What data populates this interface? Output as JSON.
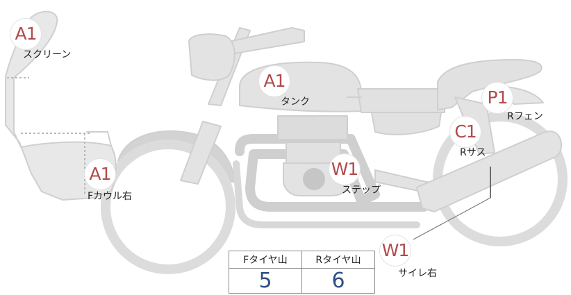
{
  "parts": [
    {
      "code": "A1",
      "label": "スクリーン"
    },
    {
      "code": "A1",
      "label": "タンク"
    },
    {
      "code": "A1",
      "label": "Fカウル右"
    },
    {
      "code": "W1",
      "label": "ステップ"
    },
    {
      "code": "P1",
      "label": "Rフェン"
    },
    {
      "code": "C1",
      "label": "Rサス"
    },
    {
      "code": "W1",
      "label": "サイレ右"
    }
  ],
  "tread_table": {
    "front_header": "Fタイヤ山",
    "rear_header": "Rタイヤ山",
    "front_value": "5",
    "rear_value": "6"
  }
}
